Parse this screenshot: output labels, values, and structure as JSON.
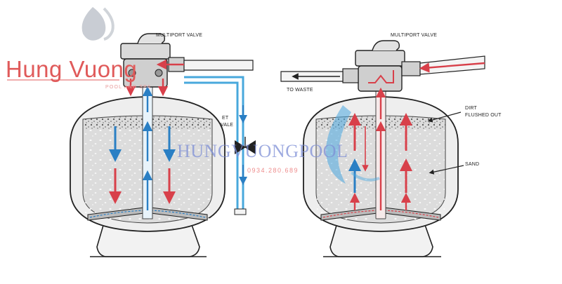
{
  "brand": {
    "name": "Hung Vuong",
    "tagline": "POOL AND SPA"
  },
  "watermark": {
    "text": "HUNGVUONGPOOL",
    "phone": "0934.280.689"
  },
  "left_diagram": {
    "valve_label": "MULTIPORT VALVE",
    "gate_valve_label_line1": "ET",
    "gate_valve_label_line2": "VALE"
  },
  "right_diagram": {
    "valve_label": "MULTIPORT VALVE",
    "waste_label": "TO WASTE",
    "dirt_label_line1": "DIRT",
    "dirt_label_line2": "FLUSHED OUT",
    "sand_label": "SAND"
  },
  "colors": {
    "flow_blue": "#2a7fc4",
    "flow_red": "#d8404a",
    "pipe_blue": "#48a8dc",
    "brand_red": "#e05a5a"
  }
}
